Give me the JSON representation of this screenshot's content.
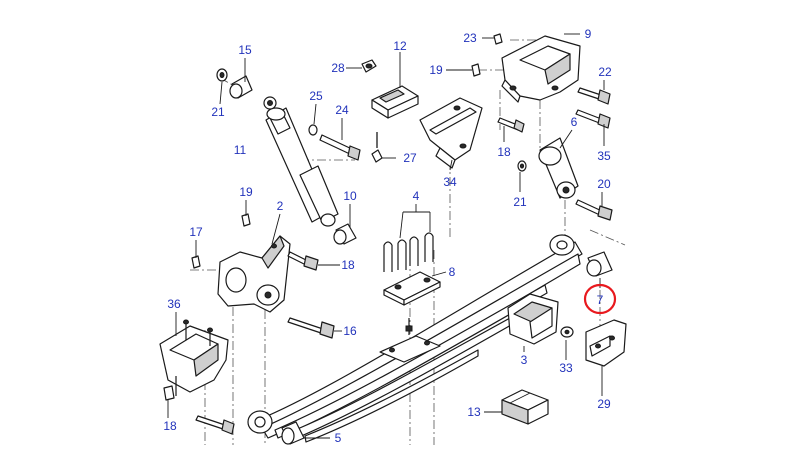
{
  "diagram": {
    "highlight_color": "#e8191e",
    "callout_color": "#2233bb",
    "highlighted_callout": "7",
    "callouts": {
      "c15": "15",
      "c21a": "21",
      "c11": "11",
      "c25": "25",
      "c24": "24",
      "c28": "28",
      "c12": "12",
      "c27": "27",
      "c34": "34",
      "c23": "23",
      "c9": "9",
      "c19a": "19",
      "c22": "22",
      "c18a": "18",
      "c6": "6",
      "c35": "35",
      "c21b": "21",
      "c20": "20",
      "c19b": "19",
      "c2": "2",
      "c10": "10",
      "c4": "4",
      "c17": "17",
      "c18b": "18",
      "c8": "8",
      "c7": "7",
      "c36": "36",
      "c16": "16",
      "c3": "3",
      "c33": "33",
      "c29": "29",
      "c18c": "18",
      "c13": "13",
      "c5": "5"
    }
  }
}
